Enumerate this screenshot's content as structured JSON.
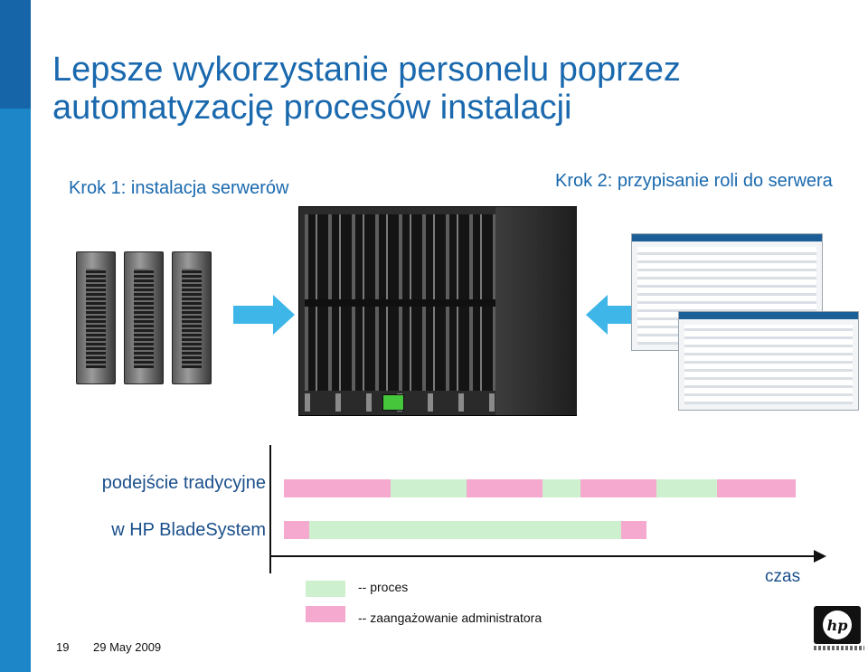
{
  "slide": {
    "title": "Lepsze wykorzystanie personelu poprzez automatyzację procesów instalacji",
    "step1": "Krok 1: instalacja serwerów",
    "step2": "Krok 2: przypisanie roli do serwera"
  },
  "timeline": {
    "row1_label": "podejście tradycyjne",
    "row2_label": "w HP BladeSystem",
    "axis_label": "czas",
    "colors": {
      "process": "#cdf0cf",
      "admin": "#f5a9cf"
    },
    "row1_segments": [
      {
        "type": "admin",
        "start": 0,
        "end": 0.208
      },
      {
        "type": "process",
        "start": 0.208,
        "end": 0.357
      },
      {
        "type": "admin",
        "start": 0.357,
        "end": 0.505
      },
      {
        "type": "process",
        "start": 0.505,
        "end": 0.579
      },
      {
        "type": "admin",
        "start": 0.579,
        "end": 0.728
      },
      {
        "type": "process",
        "start": 0.728,
        "end": 0.846
      },
      {
        "type": "admin",
        "start": 0.846,
        "end": 1.0
      }
    ],
    "row2_segments": [
      {
        "type": "admin",
        "start": 0,
        "end": 0.05
      },
      {
        "type": "process",
        "start": 0.05,
        "end": 0.659
      },
      {
        "type": "admin",
        "start": 0.659,
        "end": 0.708
      }
    ]
  },
  "legend": {
    "process_label": "-- proces",
    "admin_label": "-- zaangażowanie administratora"
  },
  "footer": {
    "page_number": "19",
    "date": "29 May 2009",
    "logo_text": "hp"
  }
}
